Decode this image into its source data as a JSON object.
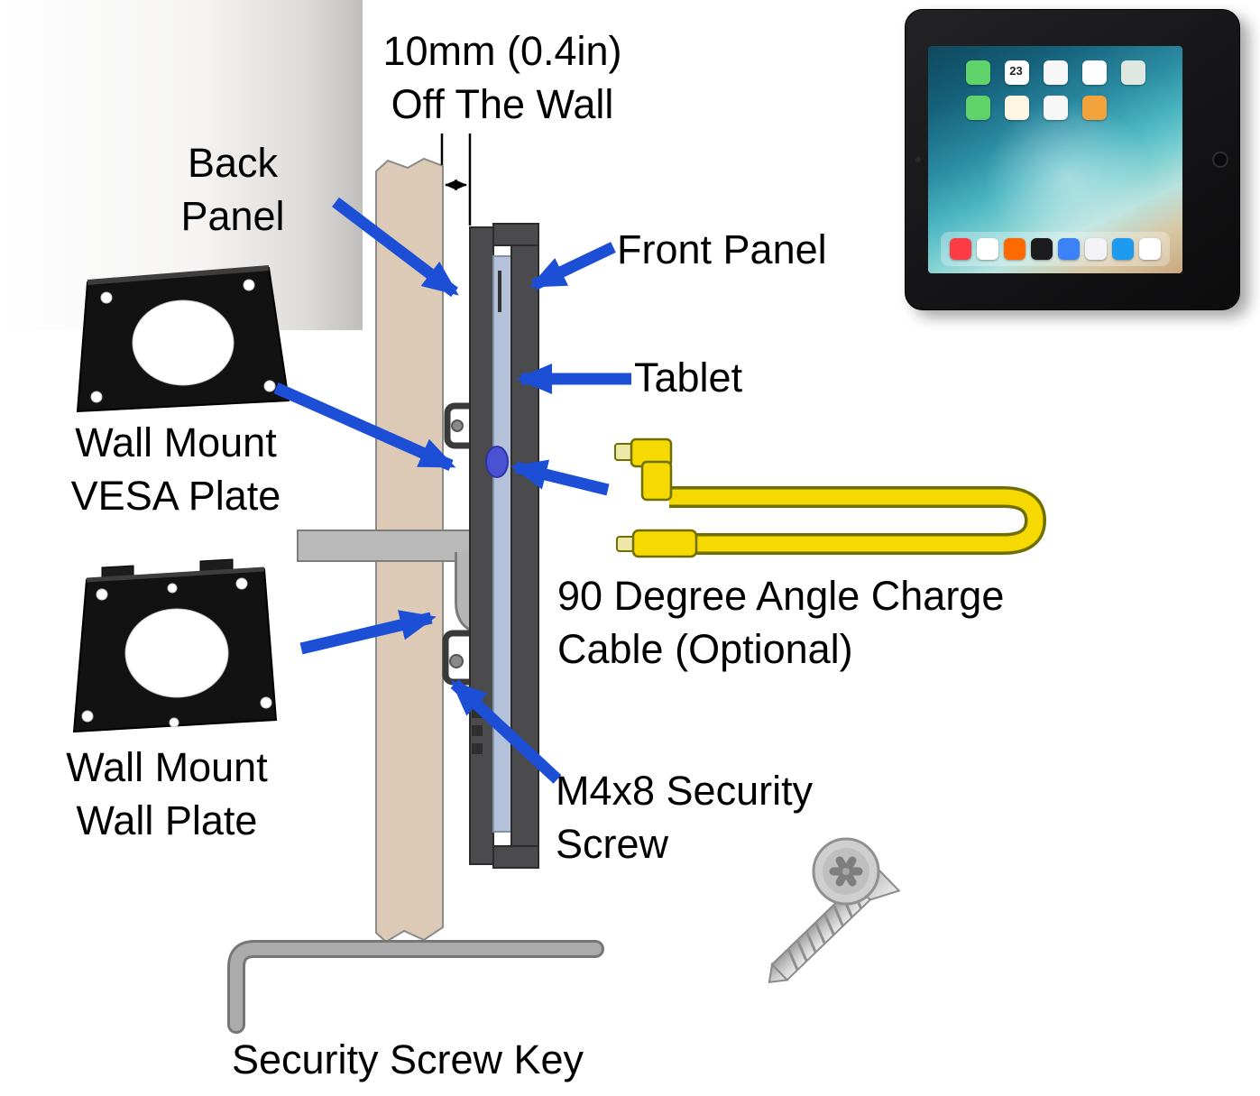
{
  "page": {
    "background": "#ffffff"
  },
  "labels": {
    "off_wall": {
      "line1": "10mm (0.4in)",
      "line2": "Off The Wall"
    },
    "back_panel": {
      "line1": "Back",
      "line2": "Panel"
    },
    "front_panel": "Front Panel",
    "tablet": "Tablet",
    "vesa_plate": {
      "line1": "Wall Mount",
      "line2": "VESA Plate"
    },
    "wall_plate": {
      "line1": "Wall Mount",
      "line2": "Wall Plate"
    },
    "charge_cable": {
      "line1": "90 Degree Angle Charge",
      "line2": "Cable (Optional)"
    },
    "security_screw": {
      "line1": "M4x8 Security",
      "line2": "Screw"
    },
    "security_key": "Security Screw Key"
  },
  "colors": {
    "arrow": "#1d4fd6",
    "wall": "#dccab7",
    "panel_dark": "#4b4b4e",
    "tablet_body": "#b3c2d8",
    "cable_yellow": "#f5d900",
    "plate_black": "#121212",
    "connector_blue": "#4a52d4"
  },
  "ipad": {
    "calendar_day": "23",
    "app_icon_colors": [
      "#5fd36a",
      "#ffffff",
      "#f7f7f7",
      "#ffffff",
      "#dfe8e0",
      "#5fd36a",
      "#fdf7e2",
      "#f7f7f7",
      "#f3a33c"
    ],
    "dock_icon_colors": [
      "#fc3c44",
      "#ffffff",
      "#ff6a00",
      "#1c1c1e",
      "#3b82f6",
      "#f2f2f7",
      "#1d9bf0",
      "#ffffff"
    ]
  }
}
